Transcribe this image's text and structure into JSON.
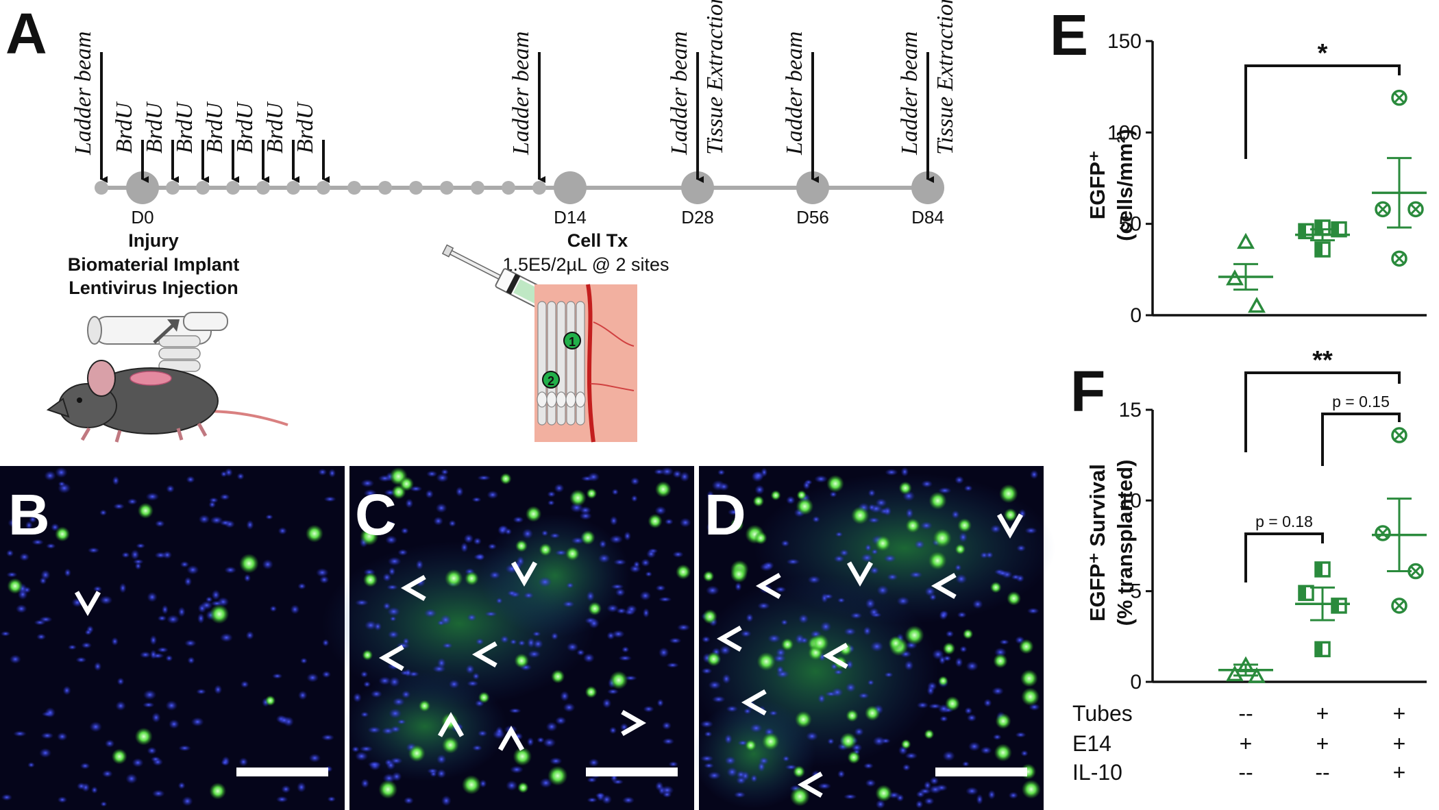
{
  "panels": {
    "A": "A",
    "B": "B",
    "C": "C",
    "D": "D",
    "E": "E",
    "F": "F"
  },
  "timeline": {
    "events": [
      {
        "label": "Ladder beam",
        "day": -4
      },
      {
        "label": "BrdU",
        "day": 0
      },
      {
        "label": "BrdU",
        "day": 1
      },
      {
        "label": "BrdU",
        "day": 2
      },
      {
        "label": "BrdU",
        "day": 3
      },
      {
        "label": "BrdU",
        "day": 4
      },
      {
        "label": "BrdU",
        "day": 5
      },
      {
        "label": "BrdU",
        "day": 6
      },
      {
        "label": "Ladder beam",
        "day": 13
      },
      {
        "label": "Ladder beam",
        "day": 28
      },
      {
        "label": "Tissue Extraction",
        "day": 28
      },
      {
        "label": "Ladder beam",
        "day": 56
      },
      {
        "label": "Ladder beam",
        "day": 84
      },
      {
        "label": "Tissue Extraction",
        "day": 84
      }
    ],
    "day_labels": [
      "D0",
      "D14",
      "D28",
      "D56",
      "D84"
    ],
    "d0_text": [
      "Injury",
      "Biomaterial Implant",
      "Lentivirus Injection"
    ],
    "d14_title": "Cell Tx",
    "d14_detail": "1.5E5/2µL @ 2 sites",
    "site_numbers": [
      "1",
      "2"
    ],
    "accent_color": "#2a8a3c"
  },
  "scale_bars": [
    "B",
    "C",
    "D"
  ],
  "chart_data": [
    {
      "type": "scatter",
      "panel": "E",
      "ylabel": "EGFP⁺ (cells/mm²)",
      "ylabel_lines": [
        "EGFP⁺",
        "(cells/mm²)"
      ],
      "ylim": [
        0,
        150
      ],
      "yticks": [
        "0",
        "50",
        "100",
        "150"
      ],
      "categories": [
        "--/+/--",
        "+/+/--",
        "+/+/+"
      ],
      "series": [
        {
          "marker": "triangle",
          "values": [
            40,
            20,
            5
          ],
          "mean": 21,
          "sem": 7
        },
        {
          "marker": "square",
          "values": [
            48,
            46,
            47,
            36
          ],
          "mean": 44,
          "sem": 3
        },
        {
          "marker": "circle-x",
          "values": [
            119,
            58,
            58,
            31
          ],
          "mean": 67,
          "sem": 19
        }
      ],
      "significance": [
        {
          "from": 0,
          "to": 2,
          "label": "*"
        }
      ],
      "color": "#2a8a3c"
    },
    {
      "type": "scatter",
      "panel": "F",
      "ylabel": "EGFP⁺ Survival (% transplanted)",
      "ylabel_lines": [
        "EGFP⁺ Survival",
        "(% transplanted)"
      ],
      "ylim": [
        0,
        15
      ],
      "yticks": [
        "0",
        "5",
        "10",
        "15"
      ],
      "categories": [
        "--/+/--",
        "+/+/--",
        "+/+/+"
      ],
      "series": [
        {
          "marker": "triangle",
          "values": [
            0.9,
            0.4,
            0.3
          ],
          "mean": 0.65,
          "sem": 0.3
        },
        {
          "marker": "square",
          "values": [
            6.2,
            4.9,
            4.2,
            1.8
          ],
          "mean": 4.3,
          "sem": 0.9
        },
        {
          "marker": "circle-x",
          "values": [
            13.6,
            8.2,
            6.1,
            4.2
          ],
          "mean": 8.1,
          "sem": 2.0
        }
      ],
      "significance": [
        {
          "from": 0,
          "to": 2,
          "label": "**"
        },
        {
          "from": 1,
          "to": 2,
          "label": "p = 0.15"
        },
        {
          "from": 0,
          "to": 1,
          "label": "p = 0.18"
        }
      ],
      "color": "#2a8a3c"
    }
  ],
  "group_table": {
    "rows": [
      {
        "label": "Tubes",
        "values": [
          "--",
          "+",
          "+"
        ]
      },
      {
        "label": "E14",
        "values": [
          "+",
          "+",
          "+"
        ]
      },
      {
        "label": "IL-10",
        "values": [
          "--",
          "--",
          "+"
        ]
      }
    ]
  }
}
